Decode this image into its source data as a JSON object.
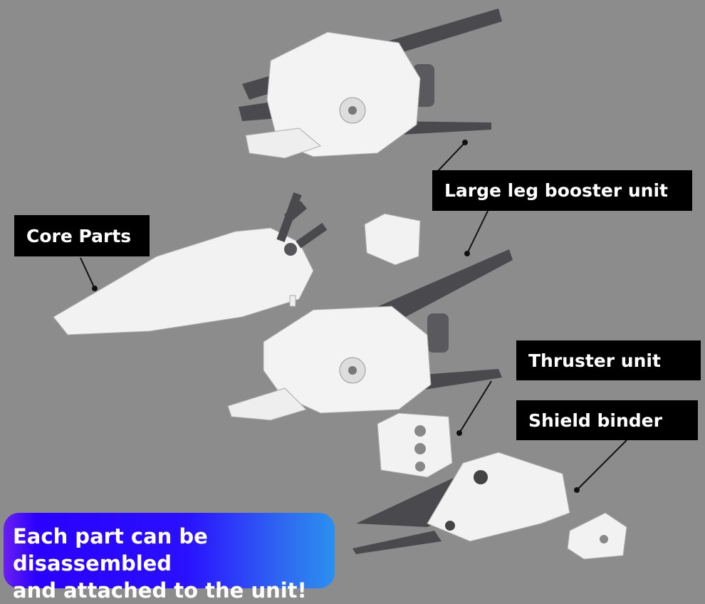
{
  "labels": {
    "core_parts": "Core Parts",
    "large_leg_booster": "Large leg booster unit",
    "thruster": "Thruster unit",
    "shield_binder": "Shield binder"
  },
  "banner": {
    "line1": "Each part can be disassembled",
    "line2": "and attached to the unit!"
  },
  "colors": {
    "background": "#8c8c8c",
    "part_white": "#f2f2f2",
    "part_gray": "#4a4a4e",
    "label_bg": "#000000"
  }
}
